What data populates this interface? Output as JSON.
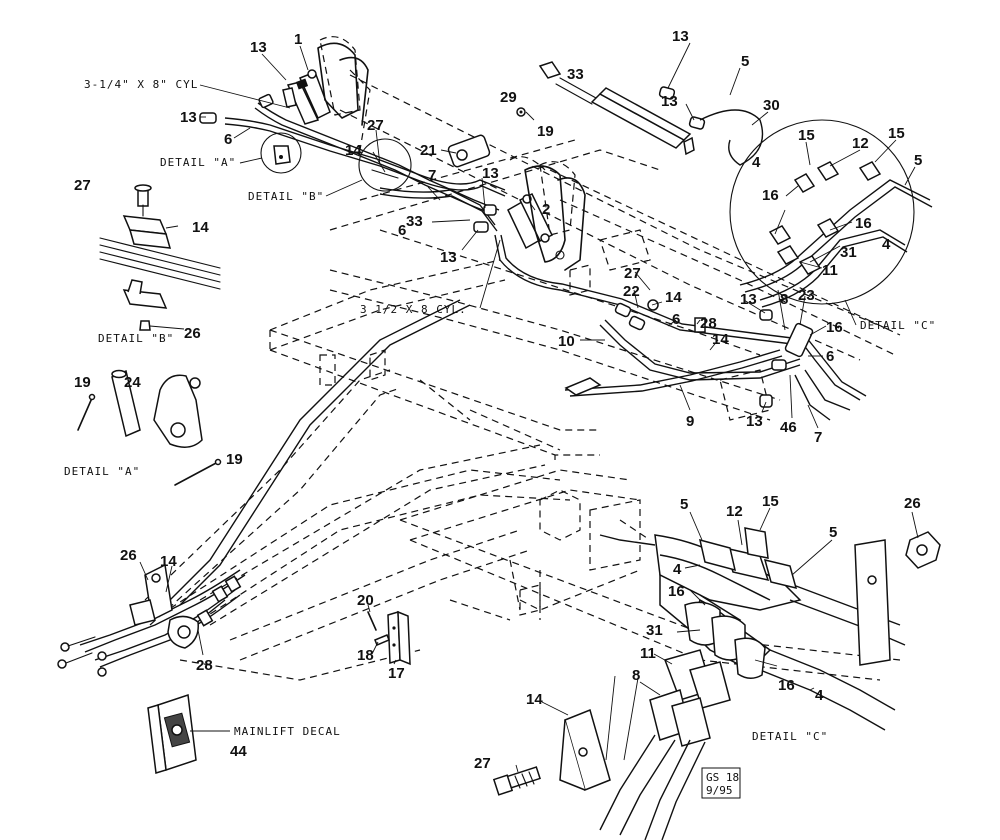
{
  "captions": {
    "cyl_small": "3-1/4\" X 8\" CYL",
    "cyl_large": "3 1/2 X 8 CYL.",
    "detail_a_top": "DETAIL \"A\"",
    "detail_b_top": "DETAIL \"B\"",
    "detail_b_side": "DETAIL \"B\"",
    "detail_a_side": "DETAIL \"A\"",
    "detail_c_top": "DETAIL \"C\"",
    "detail_c_bottom": "DETAIL \"C\"",
    "mainlift_decal": "MAINLIFT DECAL",
    "stamp_line1": "GS 18",
    "stamp_line2": "9/95"
  },
  "callouts": [
    {
      "id": "c01",
      "label": "13"
    },
    {
      "id": "c02",
      "label": "1"
    },
    {
      "id": "c03",
      "label": "13"
    },
    {
      "id": "c04",
      "label": "6"
    },
    {
      "id": "c05",
      "label": "27"
    },
    {
      "id": "c06",
      "label": "14"
    },
    {
      "id": "c07",
      "label": "21"
    },
    {
      "id": "c08",
      "label": "29"
    },
    {
      "id": "c09",
      "label": "19"
    },
    {
      "id": "c10",
      "label": "13"
    },
    {
      "id": "c11",
      "label": "33"
    },
    {
      "id": "c12",
      "label": "5"
    },
    {
      "id": "c13",
      "label": "13"
    },
    {
      "id": "c14",
      "label": "30"
    },
    {
      "id": "c15",
      "label": "15"
    },
    {
      "id": "c16",
      "label": "12"
    },
    {
      "id": "c17",
      "label": "15"
    },
    {
      "id": "c18",
      "label": "5"
    },
    {
      "id": "c19",
      "label": "4"
    },
    {
      "id": "c20",
      "label": "16"
    },
    {
      "id": "c21",
      "label": "16"
    },
    {
      "id": "c22",
      "label": "4"
    },
    {
      "id": "c23",
      "label": "31"
    },
    {
      "id": "c24",
      "label": "11"
    },
    {
      "id": "c25",
      "label": "27"
    },
    {
      "id": "c26",
      "label": "14"
    },
    {
      "id": "c27",
      "label": "7"
    },
    {
      "id": "c28",
      "label": "13"
    },
    {
      "id": "c29",
      "label": "2"
    },
    {
      "id": "c30",
      "label": "33"
    },
    {
      "id": "c31",
      "label": "6"
    },
    {
      "id": "c32",
      "label": "13"
    },
    {
      "id": "c33",
      "label": "26"
    },
    {
      "id": "c34",
      "label": "27"
    },
    {
      "id": "c35",
      "label": "22"
    },
    {
      "id": "c36",
      "label": "14"
    },
    {
      "id": "c37",
      "label": "8"
    },
    {
      "id": "c38",
      "label": "23"
    },
    {
      "id": "c39",
      "label": "13"
    },
    {
      "id": "c40",
      "label": "6"
    },
    {
      "id": "c41",
      "label": "28"
    },
    {
      "id": "c42",
      "label": "10"
    },
    {
      "id": "c43",
      "label": "14"
    },
    {
      "id": "c44",
      "label": "16"
    },
    {
      "id": "c45",
      "label": "6"
    },
    {
      "id": "c46",
      "label": "19"
    },
    {
      "id": "c47",
      "label": "24"
    },
    {
      "id": "c48",
      "label": "9"
    },
    {
      "id": "c49",
      "label": "13"
    },
    {
      "id": "c50",
      "label": "46"
    },
    {
      "id": "c51",
      "label": "7"
    },
    {
      "id": "c52",
      "label": "19"
    },
    {
      "id": "c53",
      "label": "5"
    },
    {
      "id": "c54",
      "label": "12"
    },
    {
      "id": "c55",
      "label": "15"
    },
    {
      "id": "c56",
      "label": "5"
    },
    {
      "id": "c57",
      "label": "26"
    },
    {
      "id": "c58",
      "label": "26"
    },
    {
      "id": "c59",
      "label": "14"
    },
    {
      "id": "c60",
      "label": "4"
    },
    {
      "id": "c61",
      "label": "16"
    },
    {
      "id": "c62",
      "label": "20"
    },
    {
      "id": "c63",
      "label": "31"
    },
    {
      "id": "c64",
      "label": "18"
    },
    {
      "id": "c65",
      "label": "17"
    },
    {
      "id": "c66",
      "label": "28"
    },
    {
      "id": "c67",
      "label": "11"
    },
    {
      "id": "c68",
      "label": "16"
    },
    {
      "id": "c69",
      "label": "8"
    },
    {
      "id": "c70",
      "label": "4"
    },
    {
      "id": "c71",
      "label": "14"
    },
    {
      "id": "c72",
      "label": "44"
    },
    {
      "id": "c73",
      "label": "27"
    }
  ]
}
